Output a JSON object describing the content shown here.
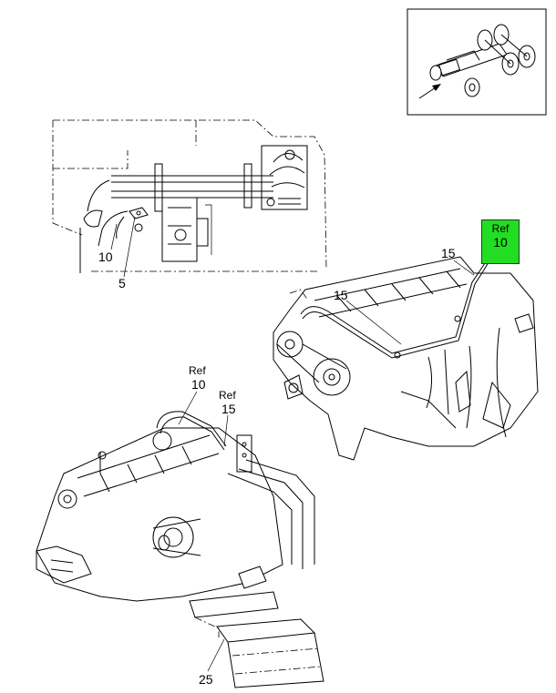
{
  "diagram": {
    "highlight_color": "#22dd22",
    "line_color": "#000000",
    "locator_icon": "truck-chassis-locator-icon",
    "callouts": {
      "top_10": "10",
      "top_5": "5",
      "right_15_upper": "15",
      "right_15_lower": "15",
      "ref_highlight_label": "Ref",
      "ref_highlight_value": "10",
      "left_ref10_label": "Ref",
      "left_ref10_value": "10",
      "left_ref15_label": "Ref",
      "left_ref15_value": "15",
      "bottom_25": "25"
    }
  }
}
